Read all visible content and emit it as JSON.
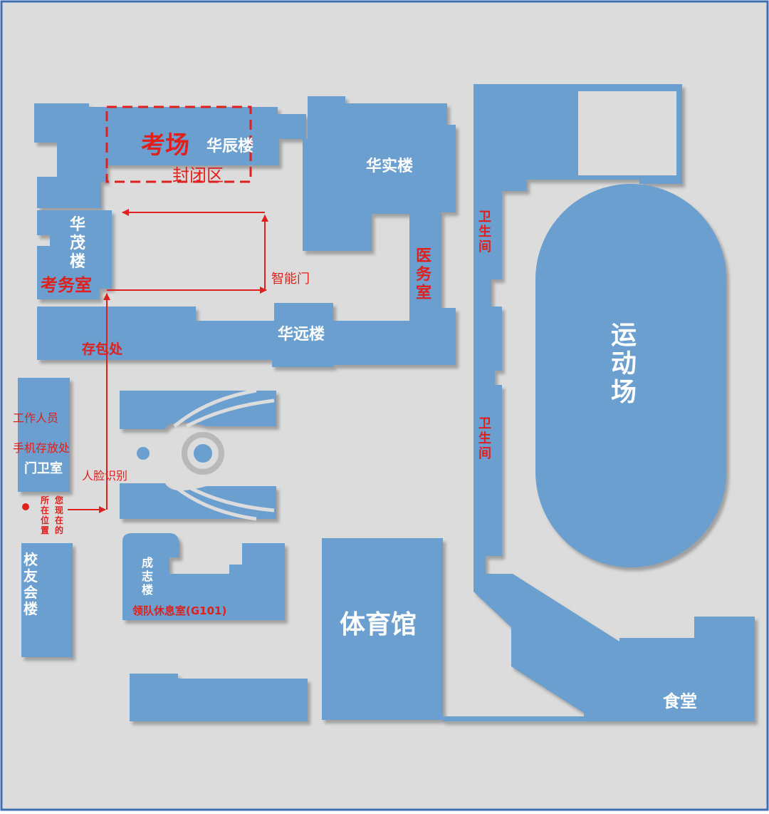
{
  "colors": {
    "background": "#dcdcdc",
    "frame": "#3f6fb0",
    "building": "#6b9fd0",
    "building_shadow": "#b9b9b9",
    "label_white": "#ffffff",
    "label_red": "#e0201c"
  },
  "labels": {
    "exam_hall": "考场",
    "closed_zone": "封闭区",
    "huachen": "华辰楼",
    "huashi": "华实楼",
    "huamao_1": "华",
    "huamao_2": "茂",
    "huamao_3": "楼",
    "exam_office": "考务室",
    "smart_gate": "智能门",
    "medical_1": "医",
    "medical_2": "务",
    "medical_3": "室",
    "restroom_1": "卫",
    "restroom_2": "生",
    "restroom_3": "间",
    "stadium_1": "运",
    "stadium_2": "动",
    "stadium_3": "场",
    "huayuan": "华远楼",
    "bag_storage": "存包处",
    "staff": "工作人员",
    "phone_storage": "手机存放处",
    "guard_room": "门卫室",
    "face_id": "人脸识别",
    "you_are_here_col1": [
      "所",
      "在",
      "位",
      "置"
    ],
    "you_are_here_col2": [
      "您",
      "现",
      "在",
      "的"
    ],
    "alumni_1": "校",
    "alumni_2": "友",
    "alumni_3": "会",
    "alumni_4": "楼",
    "chengzhi_1": "成",
    "chengzhi_2": "志",
    "chengzhi_3": "楼",
    "leader_lounge": "领队休息室(G101)",
    "gym": "体育馆",
    "canteen": "食堂"
  }
}
